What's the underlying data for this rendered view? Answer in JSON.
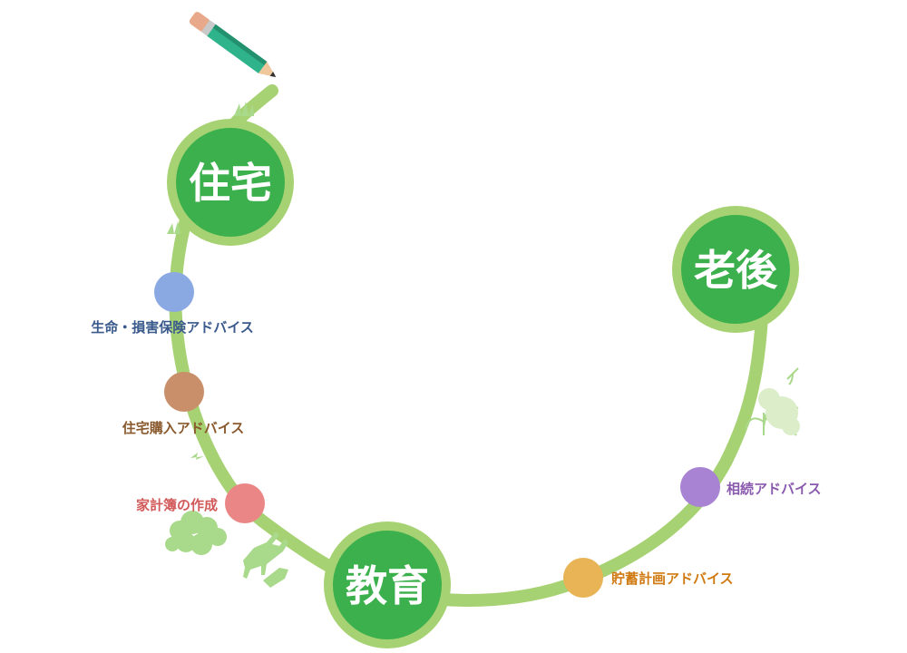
{
  "stages": [
    {
      "id": "housing",
      "label": "住宅"
    },
    {
      "id": "education",
      "label": "教育"
    },
    {
      "id": "retirement",
      "label": "老後"
    }
  ],
  "advice_points": [
    {
      "id": "insurance",
      "label": "生命・損害保険アドバイス",
      "color": "#8aa8e2",
      "text_color": "#3a5a8c"
    },
    {
      "id": "home-buying",
      "label": "住宅購入アドバイス",
      "color": "#c98f6a",
      "text_color": "#8a5a2e"
    },
    {
      "id": "household-ledger",
      "label": "家計簿の作成",
      "color": "#eb8686",
      "text_color": "#d25a5a"
    },
    {
      "id": "savings-plan",
      "label": "貯蓄計画アドバイス",
      "color": "#e8b456",
      "text_color": "#d07a12"
    },
    {
      "id": "inheritance",
      "label": "相続アドバイス",
      "color": "#a882d3",
      "text_color": "#8a5aae"
    }
  ],
  "colors": {
    "path": "#a7d273",
    "circle_ring": "#a7d273",
    "circle_fill": "#3cb04d",
    "foliage": "#a9d98a",
    "pencil_body": "#2fb38a",
    "pencil_eraser": "#e8a88a"
  }
}
